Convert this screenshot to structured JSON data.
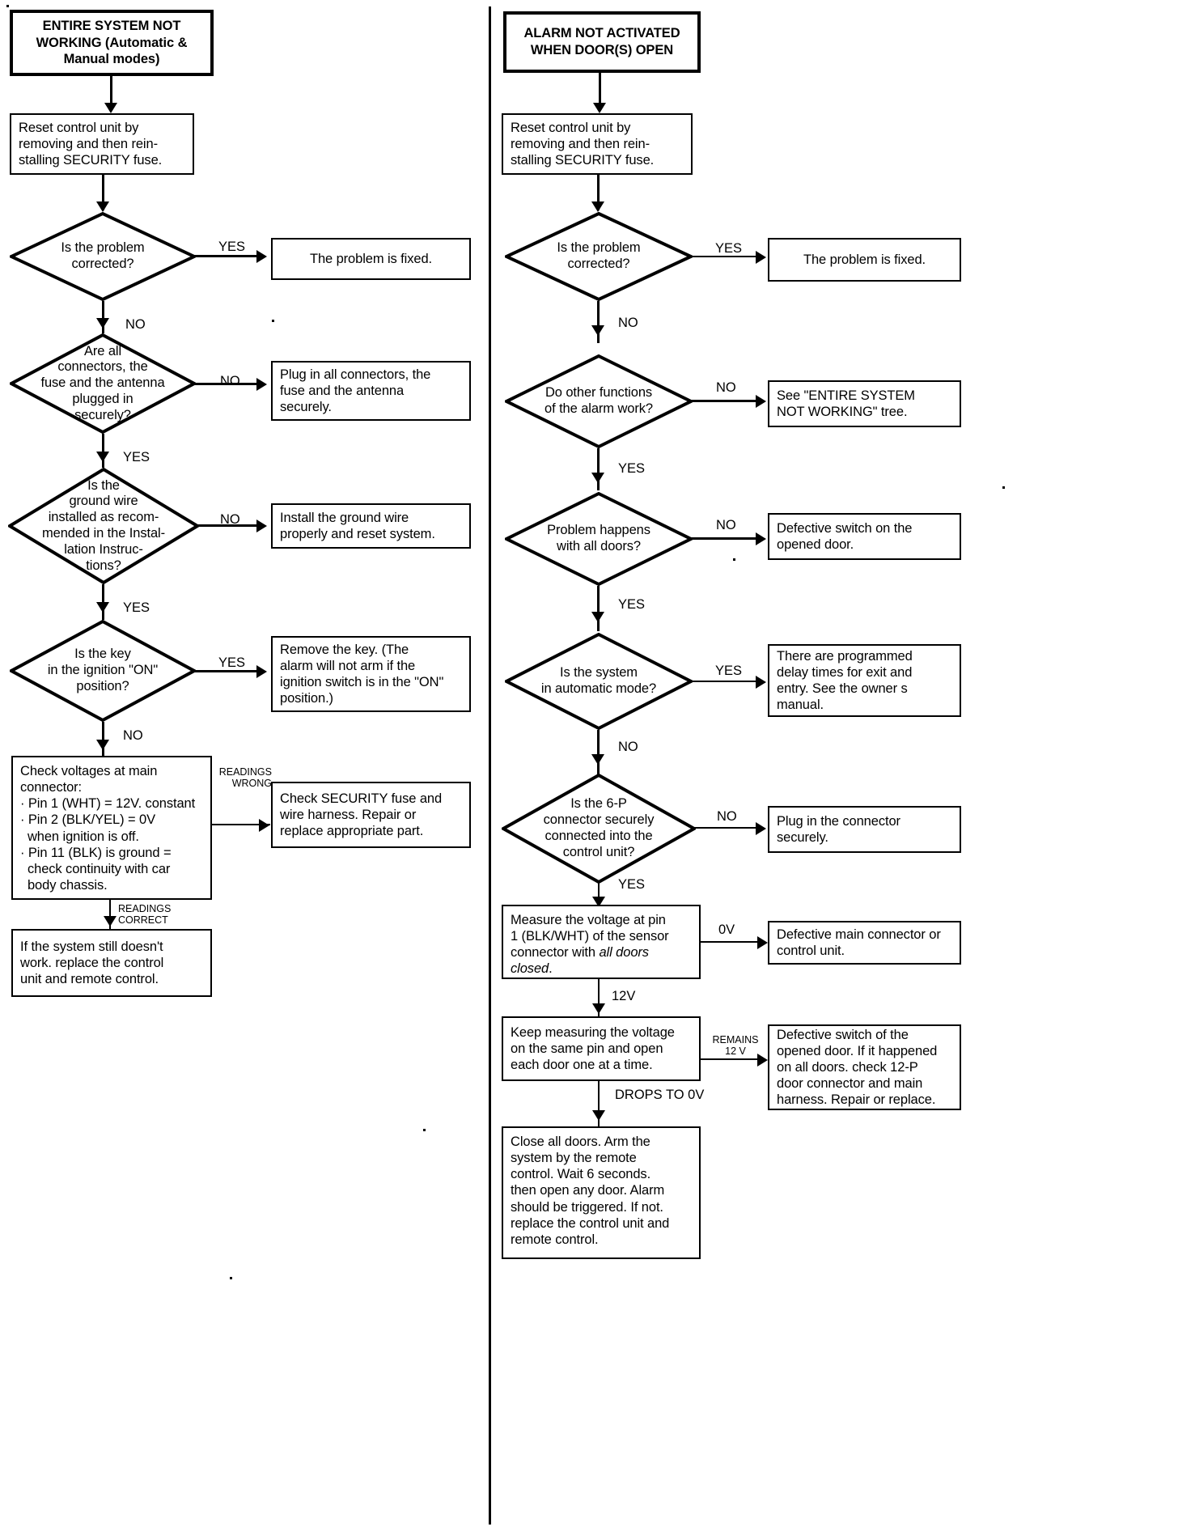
{
  "diagram": {
    "type": "flowchart",
    "title_left": "ENTIRE SYSTEM NOT WORKING (Automatic & Manual modes)",
    "title_right": "ALARM NOT ACTIVATED WHEN DOOR(S) OPEN"
  },
  "left_tree": {
    "title": "ENTIRE SYSTEM NOT\nWORKING (Automatic &\nManual modes)",
    "n1": "Reset control unit by\nremoving and then rein-\nstalling SECURITY fuse.",
    "d1": "Is the problem\ncorrected?",
    "d1_yes": "YES",
    "d1_no": "NO",
    "r1": "The problem is fixed.",
    "d2": "Are all\nconnectors, the\nfuse and the antenna\nplugged in\nsecurely?",
    "d2_no": "NO",
    "d2_yes": "YES",
    "r2": "Plug in all connectors, the\nfuse and the antenna\nsecurely.",
    "d3": "Is the\nground wire\ninstalled as recom-\nmended in the Instal-\nlation Instruc-\ntions?",
    "d3_no": "NO",
    "d3_yes": "YES",
    "r3": "Install the ground wire\nproperly and reset system.",
    "d4": "Is the key\nin the ignition \"ON\"\nposition?",
    "d4_yes": "YES",
    "d4_no": "NO",
    "r4": "Remove the key. (The\nalarm will not arm if the\nignition switch is in the \"ON\"\nposition.)",
    "n2_line1": "Check voltages at main",
    "n2_line2": "connector:",
    "n2_line3": "· Pin 1 (WHT) = 12V. constant",
    "n2_line4": "· Pin 2 (BLK/YEL) = 0V",
    "n2_line5": "  when ignition is off.",
    "n2_line6": "· Pin 11 (BLK) is ground =",
    "n2_line7": "  check continuity with car",
    "n2_line8": "  body chassis.",
    "e_readings_wrong": "READINGS\nWRONG",
    "r5": "Check SECURITY fuse and\nwire harness. Repair or\nreplace appropriate part.",
    "e_readings_correct": "READINGS\nCORRECT",
    "n3": "If the system still doesn't\nwork. replace the control\nunit and remote control."
  },
  "right_tree": {
    "title": "ALARM NOT ACTIVATED\nWHEN DOOR(S) OPEN",
    "n1": "Reset control unit by\nremoving and then rein-\nstalling SECURITY fuse.",
    "d1": "Is the problem\ncorrected?",
    "d1_yes": "YES",
    "d1_no": "NO",
    "r1": "The problem is fixed.",
    "d2": "Do other functions\nof the alarm work?",
    "d2_no": "NO",
    "d2_yes": "YES",
    "r2": "See \"ENTIRE SYSTEM\nNOT WORKING\" tree.",
    "d3": "Problem happens\nwith all doors?",
    "d3_no": "NO",
    "d3_yes": "YES",
    "r3": "Defective switch on the\nopened door.",
    "d4": "Is the system\nin automatic mode?",
    "d4_yes": "YES",
    "d4_no": "NO",
    "r4": "There are programmed\ndelay times for exit and\nentry. See the owner s\nmanual.",
    "d5": "Is the 6-P\nconnector securely\nconnected into the\ncontrol unit?",
    "d5_no": "NO",
    "d5_yes": "YES",
    "r5": "Plug in the connector\nsecurely.",
    "n2_pre": "Measure the voltage at pin\n1 (BLK/WHT) of the sensor\nconnector with ",
    "n2_ital": "all doors\nclosed",
    "n2_post": ".",
    "e_0v": "0V",
    "r6": "Defective main connector or\ncontrol unit.",
    "e_12v": "12V",
    "n3": "Keep measuring the voltage\non the same pin and open\neach door one at a time.",
    "e_remains": "REMAINS\n12 V",
    "r7": "Defective switch of the\nopened door. If it happened\non all doors. check 12-P\ndoor connector and main\nharness. Repair or replace.",
    "e_drops": "DROPS TO 0V",
    "n4": "Close all doors. Arm the\nsystem by the remote\ncontrol. Wait 6 seconds.\nthen open any door. Alarm\nshould be triggered. If not.\nreplace the control unit and\nremote control."
  }
}
